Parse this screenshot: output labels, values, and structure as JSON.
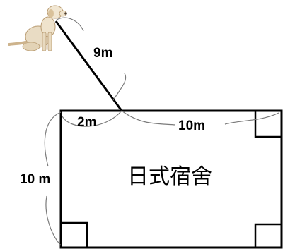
{
  "diagram": {
    "leash_length": "9m",
    "tether_offset": "2m",
    "top_side_length": "10m",
    "left_side_length": "10 m",
    "building_name": "日式宿舍"
  }
}
